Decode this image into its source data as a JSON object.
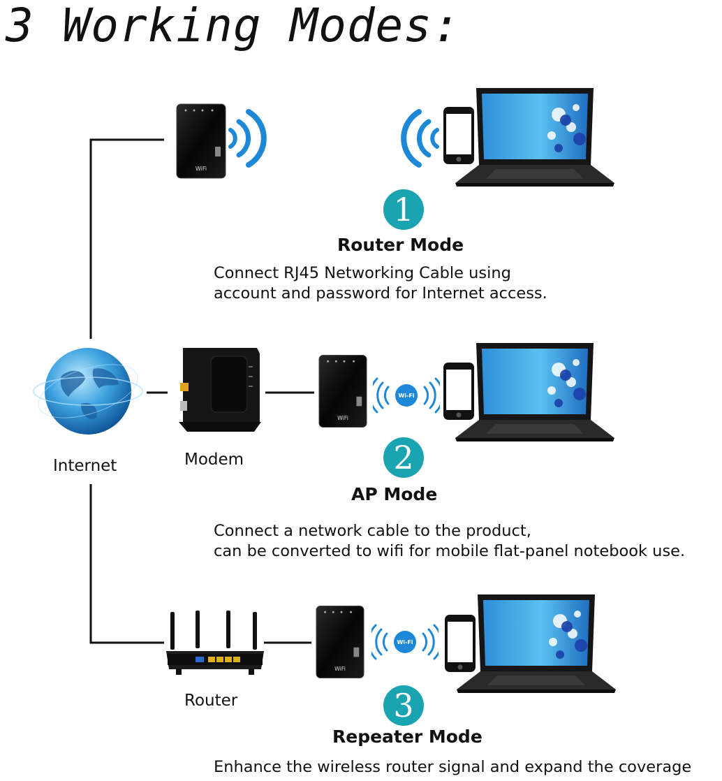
{
  "title": "3 Working Modes:",
  "labels": {
    "internet": "Internet",
    "modem": "Modem",
    "router": "Router"
  },
  "extender_brand": "WiFi",
  "wifi_badge": "Wi-Fi",
  "modes": [
    {
      "number": "1",
      "name": "Router Mode",
      "description": [
        "Connect RJ45 Networking Cable using",
        "account and password  for Internet access."
      ]
    },
    {
      "number": "2",
      "name": "AP  Mode",
      "description": [
        "Connect a network cable to the product,",
        "can be converted to wifi for mobile flat-panel notebook use."
      ]
    },
    {
      "number": "3",
      "name": "Repeater Mode",
      "description": [
        "Enhance the wireless router signal and expand the coverage"
      ]
    }
  ],
  "colors": {
    "accent": "#1aa3b0",
    "signal": "#1e88d8",
    "device": "#111111"
  },
  "icons": [
    "globe-icon",
    "modem-icon",
    "router-icon",
    "extender-icon",
    "wifi-signal-icon",
    "laptop-icon",
    "phone-icon"
  ]
}
